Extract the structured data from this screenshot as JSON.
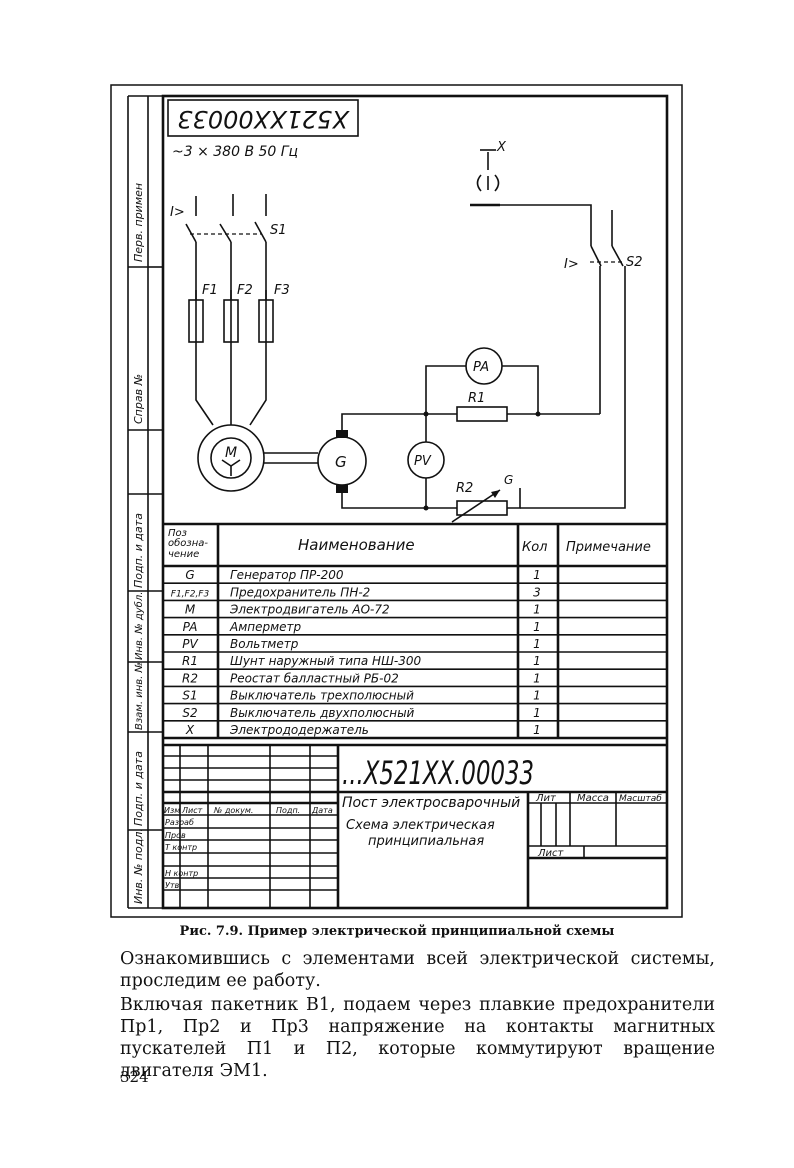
{
  "drawing": {
    "code_stamp": "X521XX00033",
    "supply": "~3 × 380 В  50 Гц",
    "side_labels": [
      "Перв. примен",
      "Справ №",
      "Подп. и дата",
      "Инв. № дубл.",
      "Взам. инв. №",
      "Подп. и дата",
      "Инв. № подл."
    ],
    "labels": {
      "x_top": "X",
      "i_gt": "I>",
      "s1": "S1",
      "s2": "S2",
      "f1": "F1",
      "f2": "F2",
      "f3": "F3",
      "motor": "M",
      "generator": "G",
      "pv": "PV",
      "pa": "PA",
      "r1": "R1",
      "r2": "R2",
      "g_small": "G"
    },
    "spec_header": {
      "pos": "Поз обозна-чение",
      "name": "Наименование",
      "qty": "Кол",
      "note": "Примечание"
    },
    "spec_rows": [
      {
        "pos": "G",
        "name": "Генератор  ПР-200",
        "qty": "1"
      },
      {
        "pos": "F1,F2,F3",
        "name": "Предохранитель ПН-2",
        "qty": "3"
      },
      {
        "pos": "M",
        "name": "Электродвигатель  АО-72",
        "qty": "1"
      },
      {
        "pos": "PA",
        "name": "Амперметр",
        "qty": "1"
      },
      {
        "pos": "PV",
        "name": "Вольтметр",
        "qty": "1"
      },
      {
        "pos": "R1",
        "name": "Шунт  наружный  типа  НШ-300",
        "qty": "1"
      },
      {
        "pos": "R2",
        "name": "Реостат  балластный  РБ-02",
        "qty": "1"
      },
      {
        "pos": "S1",
        "name": "Выключатель  трехполюсный",
        "qty": "1"
      },
      {
        "pos": "S2",
        "name": "Выключатель двухполюсный",
        "qty": "1"
      },
      {
        "pos": "X",
        "name": "Электрододержатель",
        "qty": "1"
      }
    ],
    "title_block": {
      "designation": "...X521XX.00033",
      "col_labels": [
        "Изм",
        "Лист",
        "№ докум.",
        "Подп.",
        "Дата"
      ],
      "row_labels": [
        "Разраб",
        "Пров",
        "Т контр",
        "",
        "Н контр",
        "Утв"
      ],
      "title1": "Пост электросварочный",
      "title2": "Схема электрическая",
      "title3": "принципиальная",
      "lit": "Лит",
      "mass": "Масса",
      "scale": "Масштаб",
      "sheet": "Лист"
    }
  },
  "caption": "Рис. 7.9. Пример электрической принципиальной схемы",
  "paragraphs": [
    "Ознакомившись с элементами всей электрической системы, проследим ее работу.",
    "Включая пакетник В1, подаем через плавкие предохранители Пр1, Пр2 и Пр3 напряжение на контакты магнитных пускателей П1 и П2, которые коммутируют вращение двигателя ЭМ1."
  ],
  "page_number": "324"
}
